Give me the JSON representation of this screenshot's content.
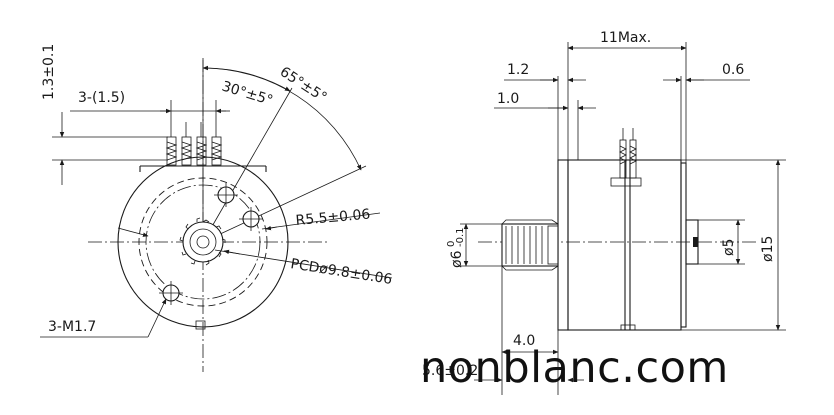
{
  "front_view": {
    "dim_lead_pitch": "3-(1.5)",
    "dim_lead_length": "1.3±0.1",
    "dim_angle_30": "30°±5°",
    "dim_angle_65": "65°±5°",
    "dim_radius": "R5.5±0.06",
    "dim_pcd": "PCDø9.8±0.06",
    "dim_holes": "3-M1.7"
  },
  "side_view": {
    "dim_overall_length": "11Max.",
    "dim_1_2": "1.2",
    "dim_0_6": "0.6",
    "dim_1_0": "1.0",
    "dim_gear_dia": "ø6",
    "dim_gear_tol_upper": "0",
    "dim_gear_tol_lower": "-0.1",
    "dim_boss_dia": "ø5",
    "dim_body_dia": "ø15",
    "dim_4_0": "4.0",
    "dim_5_6": "5.6±0.2"
  },
  "watermark": "nonblanc.com"
}
